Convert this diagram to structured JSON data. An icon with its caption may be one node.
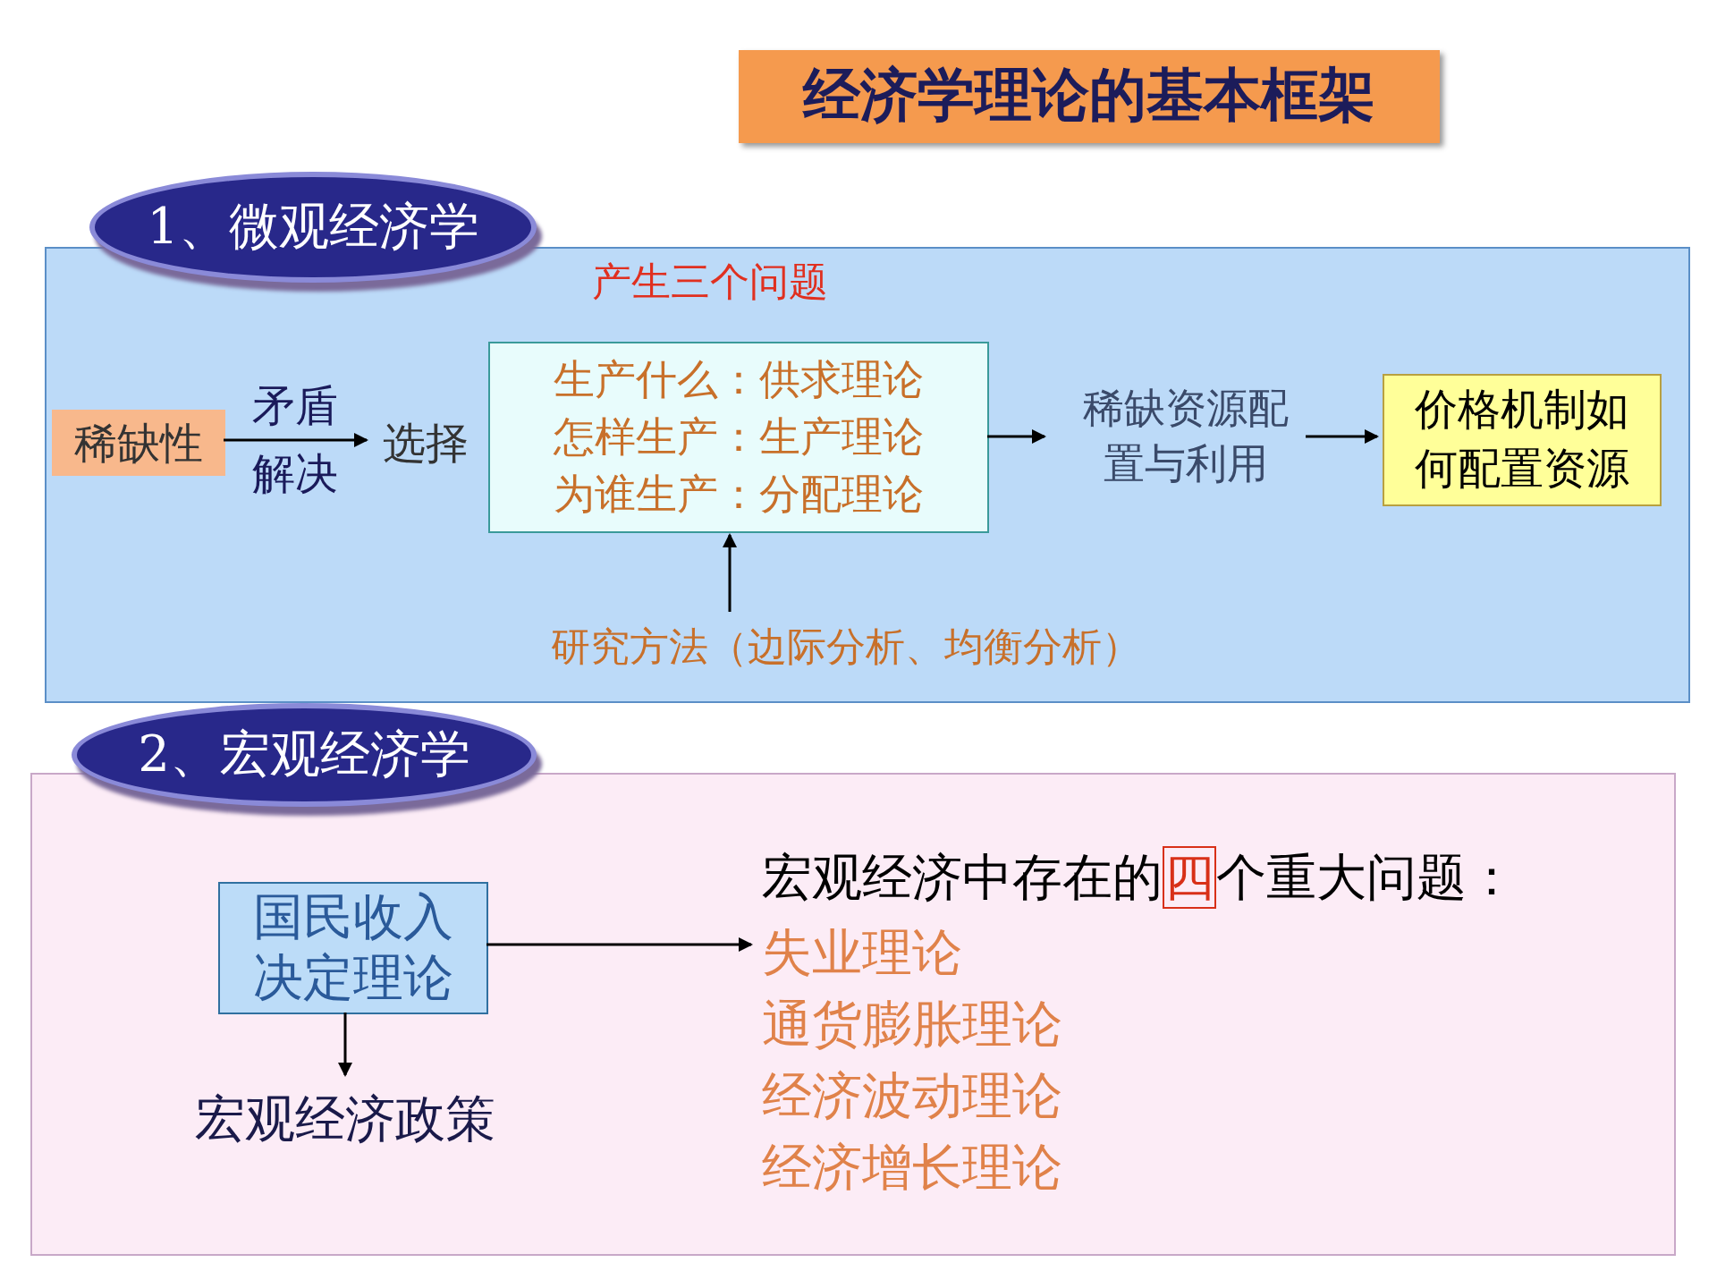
{
  "diagram": {
    "title": "经济学理论的基本框架",
    "nodes": [
      {
        "text": [
          "1、微观经济学"
        ]
      },
      {
        "text": [],
        "shape": "box"
      },
      {
        "text": [
          "稀缺性"
        ],
        "in": 1
      },
      {
        "text": [
          "选择"
        ],
        "in": 1
      },
      {
        "text": [
          "生产什么：供求理论",
          "怎样生产：生产理论",
          "为谁生产：分配理论"
        ],
        "beside": [
          "产生三个问题"
        ],
        "in": 1
      },
      {
        "text": [
          "稀缺资源配置与利用"
        ],
        "in": 1
      },
      {
        "text": [
          "价格机制如何配置资源"
        ],
        "in": 1
      },
      {
        "text": [
          "研究方法（边际分析、均衡分析）"
        ],
        "in": 1
      },
      {
        "text": [
          "2、宏观经济学"
        ]
      },
      {
        "text": [],
        "shape": "box"
      },
      {
        "text": [
          "国民收入决定理论"
        ],
        "in": 9
      },
      {
        "text": [
          "宏观经济政策"
        ],
        "in": 9
      },
      {
        "text": [
          "宏观经济中存在的**四**个重大问题：",
          "失业理论",
          "通货膨胀理论",
          "经济波动理论",
          "经济增长理论"
        ],
        "in": 9
      }
    ],
    "edges": [
      {
        "from": 2,
        "to": 3,
        "arrow": "to",
        "label": "矛盾"
      },
      {
        "from": 4,
        "to": 5,
        "arrow": "to"
      },
      {
        "from": 5,
        "to": 6,
        "arrow": "to"
      },
      {
        "from": 7,
        "to": 4,
        "arrow": "to"
      },
      {
        "from": 10,
        "to": 12,
        "arrow": "to"
      },
      {
        "from": 10,
        "to": 11,
        "arrow": "to"
      }
    ],
    "labels": [
      "解决"
    ]
  }
}
